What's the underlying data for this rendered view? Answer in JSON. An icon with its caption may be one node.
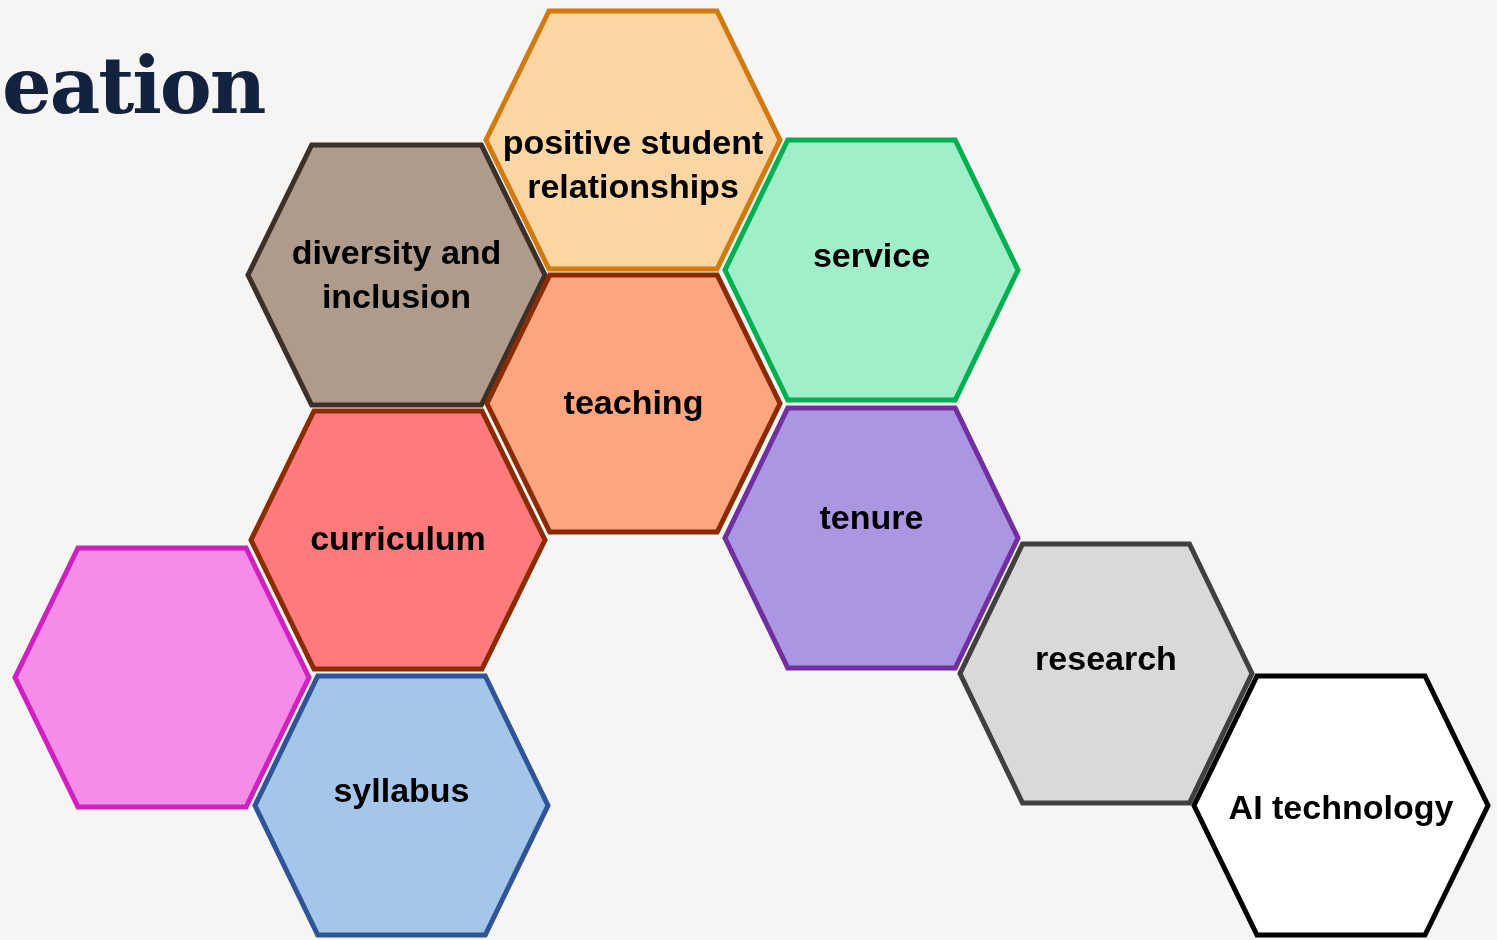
{
  "diagram": {
    "title": "eation",
    "nodes": [
      {
        "text": [
          "positive student relationships"
        ]
      },
      {
        "text": [
          "diversity and inclusion"
        ]
      },
      {
        "text": [
          "service"
        ]
      },
      {
        "text": [
          "teaching"
        ]
      },
      {
        "text": [
          "curriculum"
        ]
      },
      {
        "text": [
          "tenure"
        ]
      },
      {
        "text": [],
        "shape": "hexagon"
      },
      {
        "text": [
          "research"
        ]
      },
      {
        "text": [
          "syllabus"
        ]
      },
      {
        "text": [
          "AI technology"
        ]
      }
    ],
    "edges": []
  }
}
